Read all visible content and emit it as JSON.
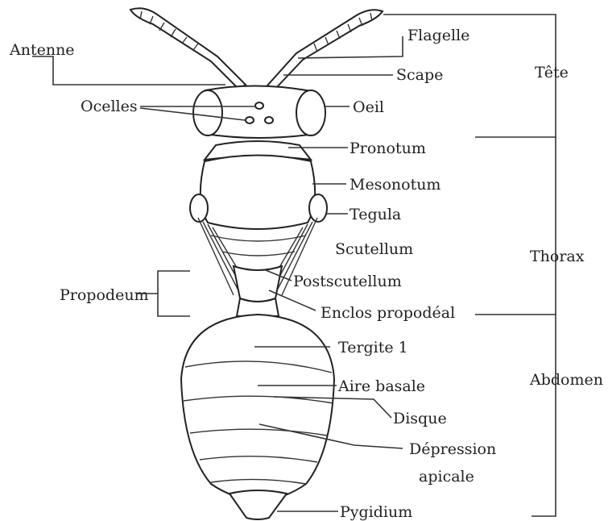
{
  "labels": {
    "antenne": "Antenne",
    "flagelle": "Flagelle",
    "scape": "Scape",
    "ocelles": "Ocelles",
    "oeil": "Oeil",
    "pronotum": "Pronotum",
    "mesonotum": "Mesonotum",
    "tegula": "Tegula",
    "scutellum": "Scutellum",
    "postscutellum": "Postscutellum",
    "propodeum": "Propodeum",
    "enclos": "Enclos propodéal",
    "tergite": "Tergite 1",
    "aire": "Aire basale",
    "disque": "Disque",
    "depression1": "Dépression",
    "depression2": "apicale",
    "pygidium": "Pygidium"
  },
  "regions": {
    "tete": "Tête",
    "thorax": "Thorax",
    "abdomen": "Abdomen"
  }
}
